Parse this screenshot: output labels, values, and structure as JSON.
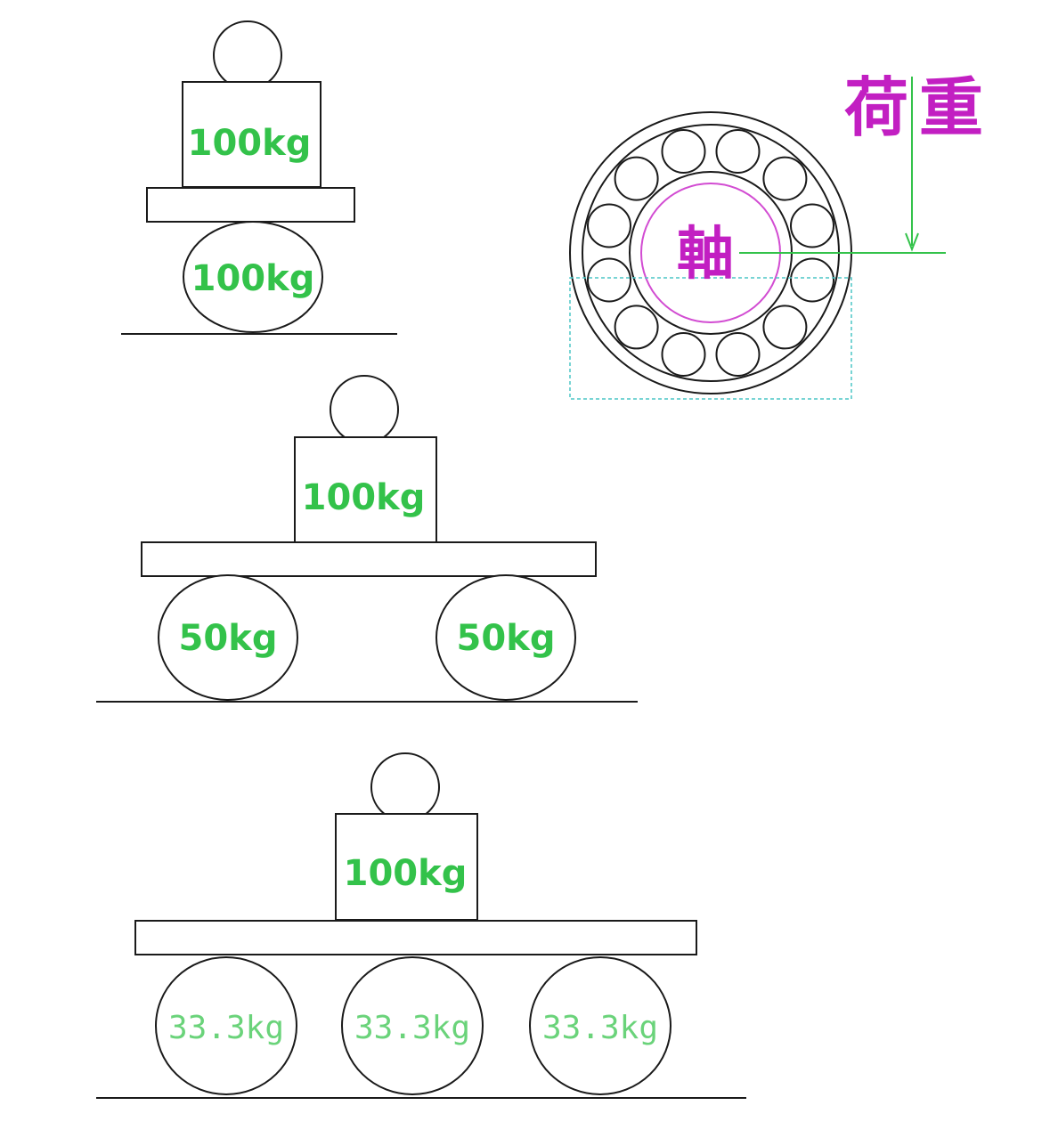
{
  "colors": {
    "ink": "#1a1a1a",
    "label_green": "#33c24a",
    "label_green_light": "#6ad37a",
    "kanji_magenta": "#c21fc2",
    "shaft_circle": "#d24cd2",
    "load_arrow": "#33c24a",
    "dashed_box": "#4cc6c6"
  },
  "figure1": {
    "weight_label": "100kg",
    "roller_labels": [
      "100kg"
    ]
  },
  "figure2": {
    "weight_label": "100kg",
    "roller_labels": [
      "50kg",
      "50kg"
    ]
  },
  "figure3": {
    "weight_label": "100kg",
    "roller_labels": [
      "33.3kg",
      "33.3kg",
      "33.3kg"
    ]
  },
  "bearing": {
    "load_label_1": "荷",
    "load_label_2": "重",
    "shaft_label": "軸",
    "roller_count": 12
  }
}
